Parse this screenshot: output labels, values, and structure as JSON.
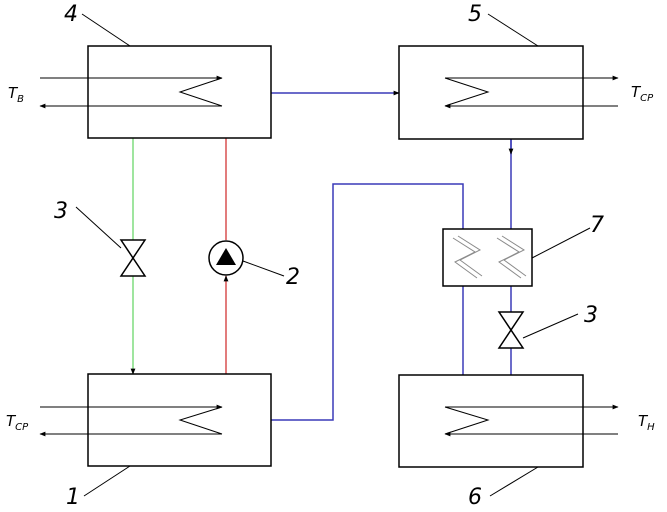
{
  "colors": {
    "outline": "#000000",
    "pipe_blue": "#3a3ab8",
    "pipe_green": "#7fdc7f",
    "pipe_red": "#d85050",
    "hx_hatch": "#8a8a8a"
  },
  "labels": {
    "unit_1": "1",
    "unit_2": "2",
    "unit_3_left": "3",
    "unit_3_right": "3",
    "unit_4": "4",
    "unit_5": "5",
    "unit_6": "6",
    "unit_7": "7"
  },
  "temps": {
    "tb_main": "T",
    "tb_sub": "B",
    "tcp_top_main": "T",
    "tcp_top_sub": "CP",
    "tcp_bottom_main": "T",
    "tcp_bottom_sub": "CP",
    "th_main": "T",
    "th_sub": "H"
  },
  "icons": {
    "valve": "valve-icon",
    "pump": "pump-icon",
    "heat_exchanger": "heat-exchanger-icon",
    "coil": "coil-icon"
  }
}
